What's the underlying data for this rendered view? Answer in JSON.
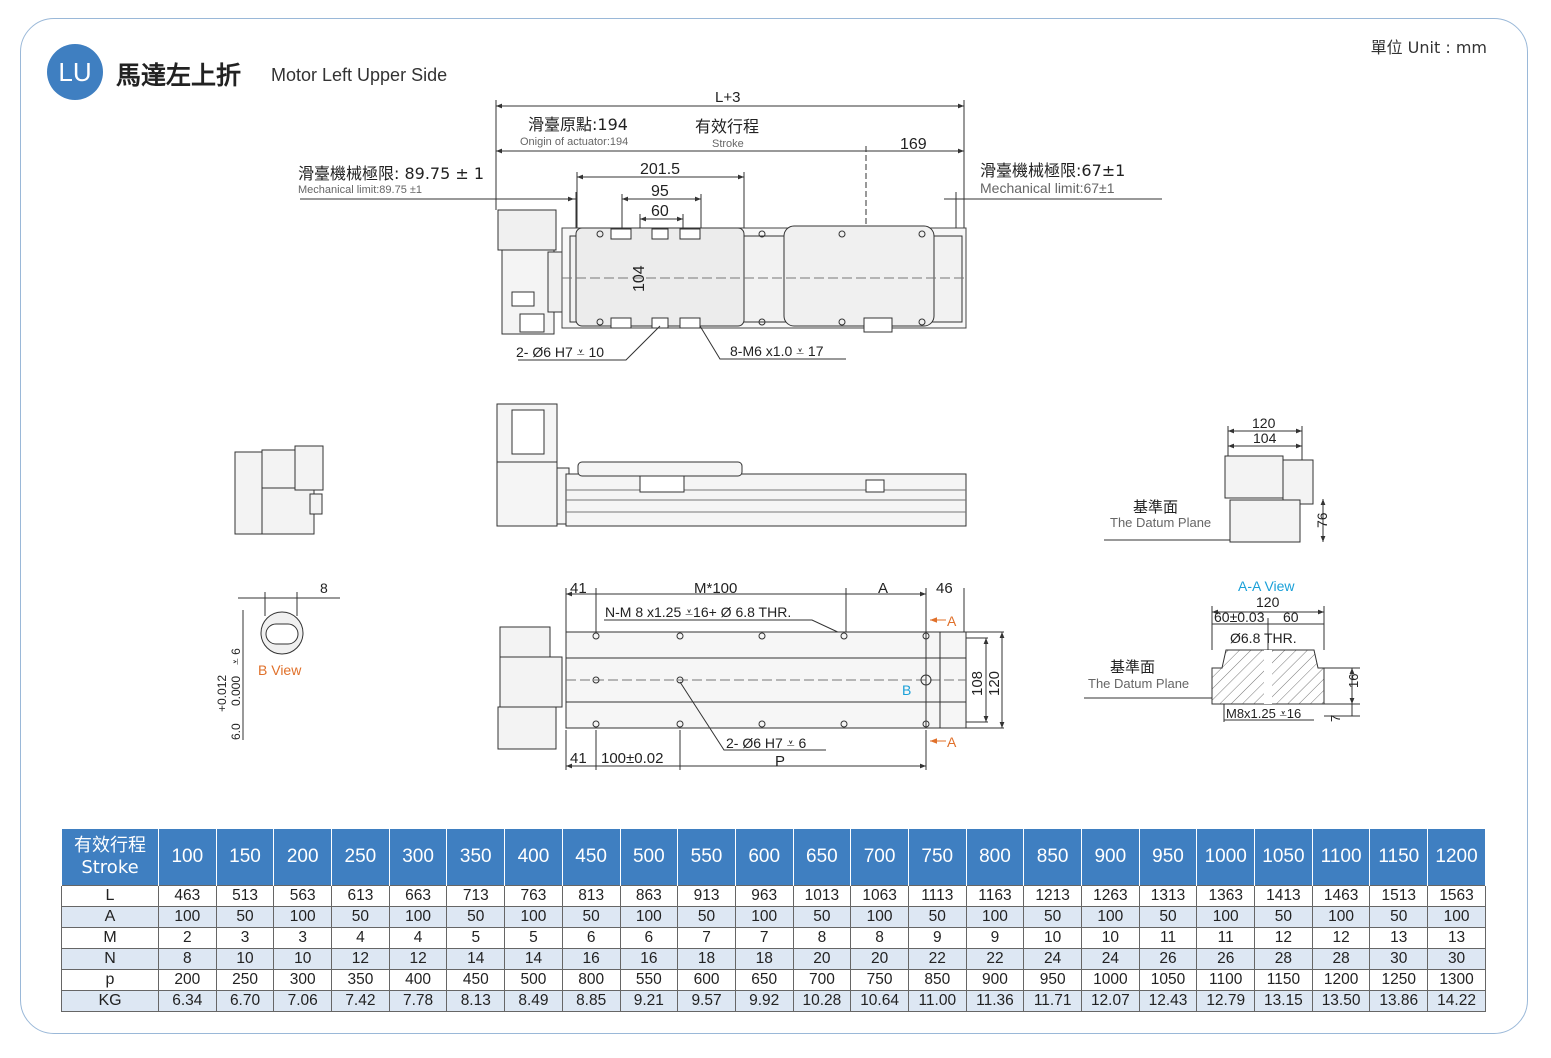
{
  "header": {
    "badge": "LU",
    "title_zh": "馬達左上折",
    "title_en": "Motor Left Upper Side",
    "unit": "單位 Unit : mm"
  },
  "colors": {
    "accent": "#3f7fc1",
    "frame": "#9ab8d8",
    "table_row_alt": "#dde7f3",
    "marker_orange": "#e0702a",
    "marker_cyan": "#1aa0d8"
  },
  "drawing": {
    "top": {
      "overall": "L+3",
      "origin_zh": "滑臺原點:194",
      "origin_en": "Onigin of actuator:194",
      "stroke_zh": "有效行程",
      "stroke_en": "Stroke",
      "dim_169": "169",
      "limit_left_zh": "滑臺機械極限: 89.75 ± 1",
      "limit_left_en": "Mechanical limit:89.75 ±1",
      "limit_right_zh": "滑臺機械極限:67±1",
      "limit_right_en": "Mechanical limit:67±1",
      "dim_201": "201.5",
      "dim_95": "95",
      "dim_60": "60",
      "dim_104": "104",
      "hole_left": "2- Ø6   H7 ⩡ 10",
      "hole_right": "8-M6 x1.0 ⩡ 17"
    },
    "end_view": {
      "dim_120": "120",
      "dim_104": "104",
      "datum_zh": "基準面",
      "datum_en": "The Datum Plane",
      "dim_76": "76"
    },
    "b_view": {
      "dim_8": "8",
      "label": "B View",
      "tol_upper": "+0.012",
      "tol_lower": "0.000",
      "depth": "⩡ 6",
      "nominal": "6.0"
    },
    "bottom": {
      "dim_41": "41",
      "dim_m100": "M*100",
      "dim_a": "A",
      "dim_46": "46",
      "thread_note": "N-M 8 x1.25 ⩡16+ Ø 6.8 THR.",
      "marker_a": "A",
      "marker_b": "B",
      "dim_108": "108",
      "dim_120": "120",
      "dim_41b": "41",
      "dim_100": "100±0.02",
      "pin_note": "2- Ø6  H7 ⩡ 6",
      "dim_p": "P"
    },
    "aa_view": {
      "title": "A-A View",
      "dim_120": "120",
      "dim_60a": "60±0.03",
      "dim_60b": "60",
      "thr": "Ø6.8  THR.",
      "datum_zh": "基準面",
      "datum_en": "The Datum Plane",
      "dim_16": "16",
      "dim_7": "7",
      "thread": "M8x1.25 ⩡16"
    }
  },
  "table": {
    "head_label_zh": "有效行程",
    "head_label_en": "Stroke",
    "strokes": [
      "100",
      "150",
      "200",
      "250",
      "300",
      "350",
      "400",
      "450",
      "500",
      "550",
      "600",
      "650",
      "700",
      "750",
      "800",
      "850",
      "900",
      "950",
      "1000",
      "1050",
      "1100",
      "1150",
      "1200"
    ],
    "rows": [
      {
        "label": "L",
        "values": [
          "463",
          "513",
          "563",
          "613",
          "663",
          "713",
          "763",
          "813",
          "863",
          "913",
          "963",
          "1013",
          "1063",
          "1113",
          "1163",
          "1213",
          "1263",
          "1313",
          "1363",
          "1413",
          "1463",
          "1513",
          "1563"
        ]
      },
      {
        "label": "A",
        "values": [
          "100",
          "50",
          "100",
          "50",
          "100",
          "50",
          "100",
          "50",
          "100",
          "50",
          "100",
          "50",
          "100",
          "50",
          "100",
          "50",
          "100",
          "50",
          "100",
          "50",
          "100",
          "50",
          "100"
        ]
      },
      {
        "label": "M",
        "values": [
          "2",
          "3",
          "3",
          "4",
          "4",
          "5",
          "5",
          "6",
          "6",
          "7",
          "7",
          "8",
          "8",
          "9",
          "9",
          "10",
          "10",
          "11",
          "11",
          "12",
          "12",
          "13",
          "13"
        ]
      },
      {
        "label": "N",
        "values": [
          "8",
          "10",
          "10",
          "12",
          "12",
          "14",
          "14",
          "16",
          "16",
          "18",
          "18",
          "20",
          "20",
          "22",
          "22",
          "24",
          "24",
          "26",
          "26",
          "28",
          "28",
          "30",
          "30"
        ]
      },
      {
        "label": "p",
        "values": [
          "200",
          "250",
          "300",
          "350",
          "400",
          "450",
          "500",
          "800",
          "550",
          "600",
          "650",
          "700",
          "750",
          "850",
          "900",
          "950",
          "1000",
          "1050",
          "1100",
          "1150",
          "1200",
          "1250",
          "1300"
        ]
      },
      {
        "label": "KG",
        "values": [
          "6.34",
          "6.70",
          "7.06",
          "7.42",
          "7.78",
          "8.13",
          "8.49",
          "8.85",
          "9.21",
          "9.57",
          "9.92",
          "10.28",
          "10.64",
          "11.00",
          "11.36",
          "11.71",
          "12.07",
          "12.43",
          "12.79",
          "13.15",
          "13.50",
          "13.86",
          "14.22"
        ]
      }
    ]
  }
}
